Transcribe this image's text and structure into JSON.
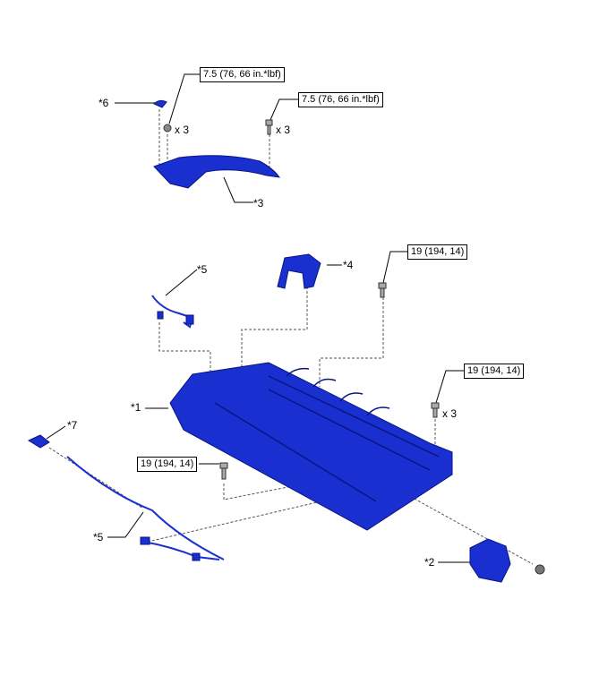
{
  "labels": {
    "part6": "*6",
    "part3": "*3",
    "part5_top": "*5",
    "part4": "*4",
    "part1": "*1",
    "part7": "*7",
    "part5_bottom": "*5",
    "part2": "*2"
  },
  "torques": {
    "nut_bracket": "7.5 (76, 66 in.*lbf)",
    "bolt_bracket": "7.5 (76, 66 in.*lbf)",
    "bolt_top": "19 (194, 14)",
    "bolt_right": "19 (194, 14)",
    "bolt_left": "19 (194, 14)"
  },
  "quantities": {
    "nut_bracket": "x 3",
    "bolt_bracket": "x 3",
    "bolt_right": "x 3"
  },
  "colors": {
    "part": "#1a2fd0",
    "part_dark": "#0a1680",
    "line": "#000000"
  }
}
